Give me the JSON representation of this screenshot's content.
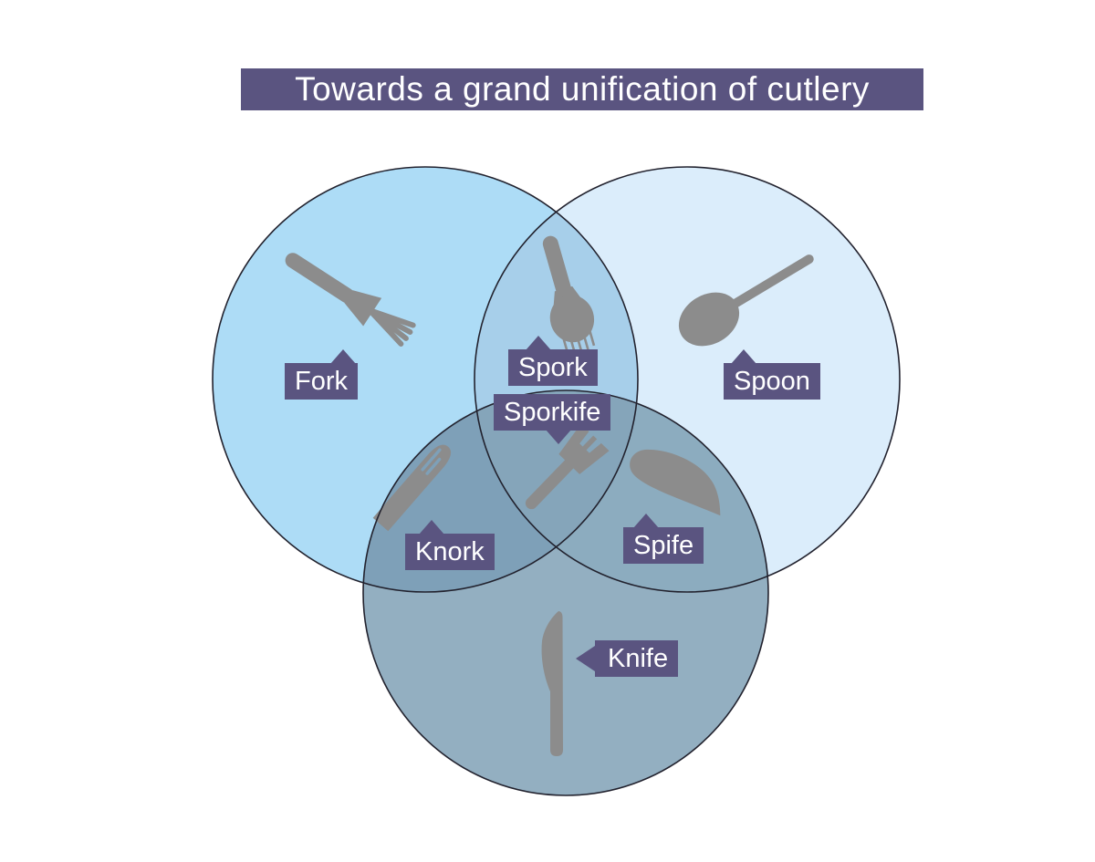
{
  "title": "Towards a grand unification of cutlery",
  "venn": {
    "type": "venn-diagram",
    "title_bg": "#5A5480",
    "label_bg": "#5A5480",
    "label_text_color": "#FFFFFF",
    "icon_color": "#8C8C8C",
    "outline_color": "#22222E",
    "sets": [
      {
        "id": "fork",
        "label": "Fork",
        "color": "#ADDCF6",
        "icon": "fork-icon"
      },
      {
        "id": "spoon",
        "label": "Spoon",
        "color": "#DBEDFB",
        "icon": "spoon-icon"
      },
      {
        "id": "knife",
        "label": "Knife",
        "color": "#93AFC1",
        "icon": "knife-icon"
      }
    ],
    "intersections": [
      {
        "sets": [
          "fork",
          "spoon"
        ],
        "label": "Spork",
        "color": "#A7CFEA",
        "icon": "spork-icon"
      },
      {
        "sets": [
          "fork",
          "knife"
        ],
        "label": "Knork",
        "color": "#7EA0B8",
        "icon": "knork-icon"
      },
      {
        "sets": [
          "spoon",
          "knife"
        ],
        "label": "Spife",
        "color": "#8CACBF",
        "icon": "spife-icon"
      },
      {
        "sets": [
          "fork",
          "spoon",
          "knife"
        ],
        "label": "Sporkife",
        "color": "#85A5BA",
        "icon": "sporkife-icon"
      }
    ]
  }
}
